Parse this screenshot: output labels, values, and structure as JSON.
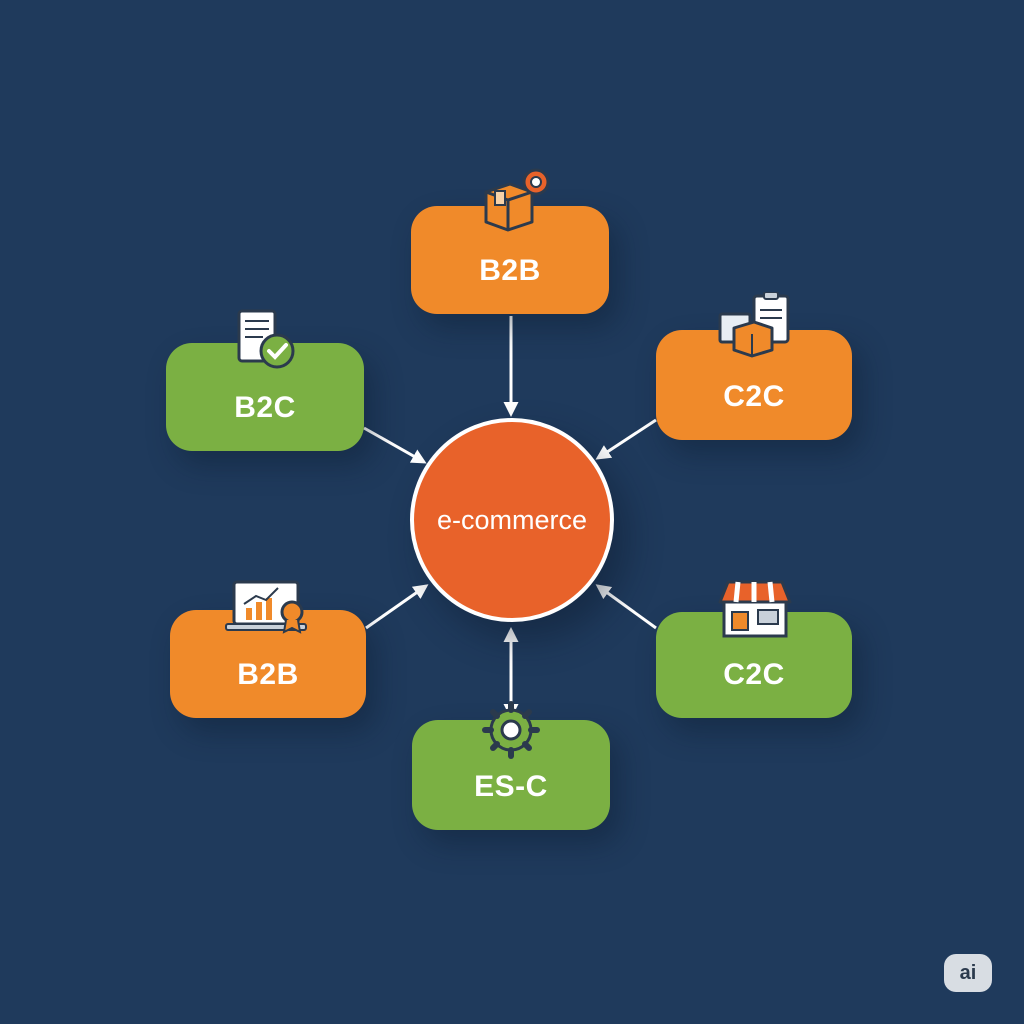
{
  "colors": {
    "background": "#1f3a5c",
    "orange": "#f08a2a",
    "green": "#7bb043",
    "hub": "#e8622a",
    "arrow": "#ffffff"
  },
  "hub": {
    "label": "e-commerce"
  },
  "nodes": [
    {
      "label": "B2B",
      "color": "orange",
      "icon": "box-gear-icon"
    },
    {
      "label": "B2C",
      "color": "green",
      "icon": "document-check-icon"
    },
    {
      "label": "C2C",
      "color": "orange",
      "icon": "clipboard-box-icon"
    },
    {
      "label": "B2B",
      "color": "orange",
      "icon": "laptop-chart-icon"
    },
    {
      "label": "C2C",
      "color": "green",
      "icon": "storefront-icon"
    },
    {
      "label": "ES-C",
      "color": "green",
      "icon": "gear-icon"
    }
  ],
  "badge": {
    "label": "ai"
  }
}
